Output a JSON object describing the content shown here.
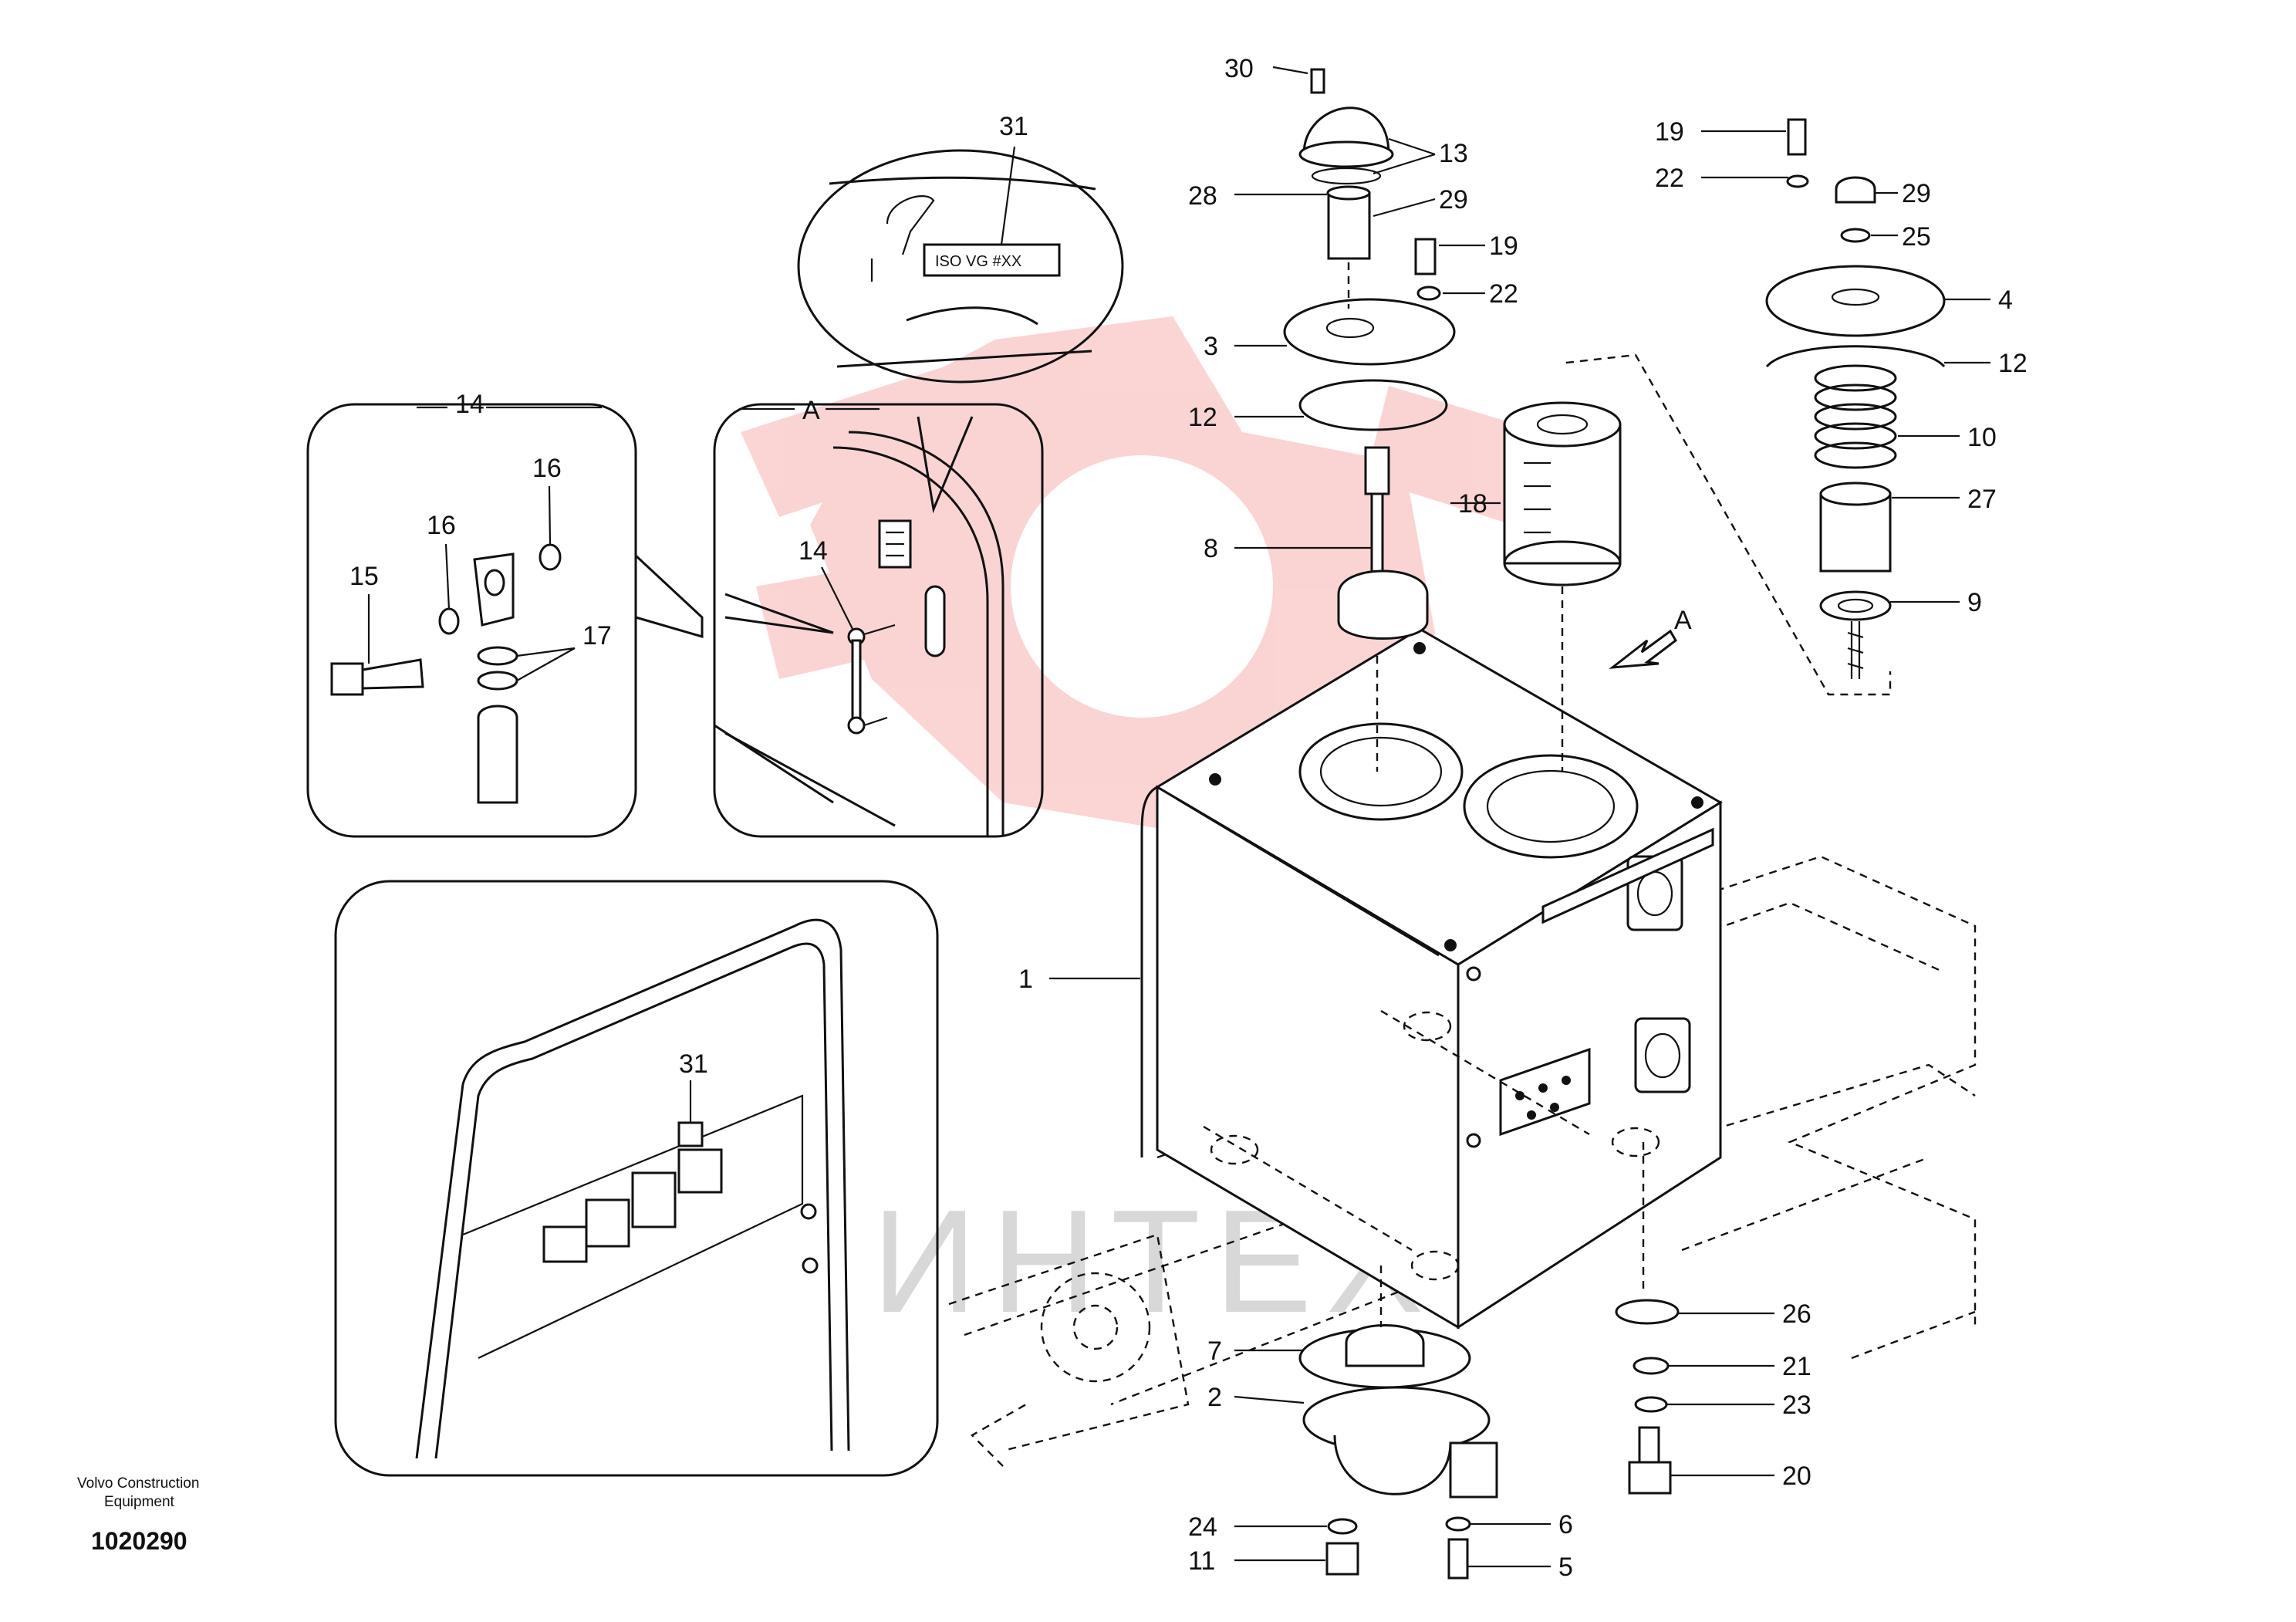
{
  "diagram": {
    "callouts": [
      {
        "id": "30",
        "text": "30"
      },
      {
        "id": "13",
        "text": "13"
      },
      {
        "id": "28",
        "text": "28"
      },
      {
        "id": "29a",
        "text": "29"
      },
      {
        "id": "19a",
        "text": "19"
      },
      {
        "id": "22a",
        "text": "22"
      },
      {
        "id": "3",
        "text": "3"
      },
      {
        "id": "12a",
        "text": "12"
      },
      {
        "id": "18",
        "text": "18"
      },
      {
        "id": "8",
        "text": "8"
      },
      {
        "id": "19b",
        "text": "19"
      },
      {
        "id": "22b",
        "text": "22"
      },
      {
        "id": "29b",
        "text": "29"
      },
      {
        "id": "25",
        "text": "25"
      },
      {
        "id": "4",
        "text": "4"
      },
      {
        "id": "12b",
        "text": "12"
      },
      {
        "id": "10",
        "text": "10"
      },
      {
        "id": "27",
        "text": "27"
      },
      {
        "id": "9",
        "text": "9"
      },
      {
        "id": "1",
        "text": "1"
      },
      {
        "id": "7",
        "text": "7"
      },
      {
        "id": "2",
        "text": "2"
      },
      {
        "id": "24",
        "text": "24"
      },
      {
        "id": "11",
        "text": "11"
      },
      {
        "id": "6",
        "text": "6"
      },
      {
        "id": "5",
        "text": "5"
      },
      {
        "id": "26",
        "text": "26"
      },
      {
        "id": "21",
        "text": "21"
      },
      {
        "id": "23",
        "text": "23"
      },
      {
        "id": "20",
        "text": "20"
      },
      {
        "id": "31a",
        "text": "31"
      },
      {
        "id": "31b",
        "text": "31"
      },
      {
        "id": "14a",
        "text": "14"
      },
      {
        "id": "14b",
        "text": "14"
      },
      {
        "id": "15",
        "text": "15"
      },
      {
        "id": "16a",
        "text": "16"
      },
      {
        "id": "16b",
        "text": "16"
      },
      {
        "id": "17",
        "text": "17"
      },
      {
        "id": "A1",
        "text": "A"
      },
      {
        "id": "A2",
        "text": "A"
      }
    ],
    "oil_label": "ISO VG #XX",
    "watermark_text": "ИНТЕХ",
    "watermark_color": "#e8413a"
  },
  "footer": {
    "company_line1": "Volvo Construction",
    "company_line2": "Equipment",
    "drawing_number": "1020290"
  }
}
